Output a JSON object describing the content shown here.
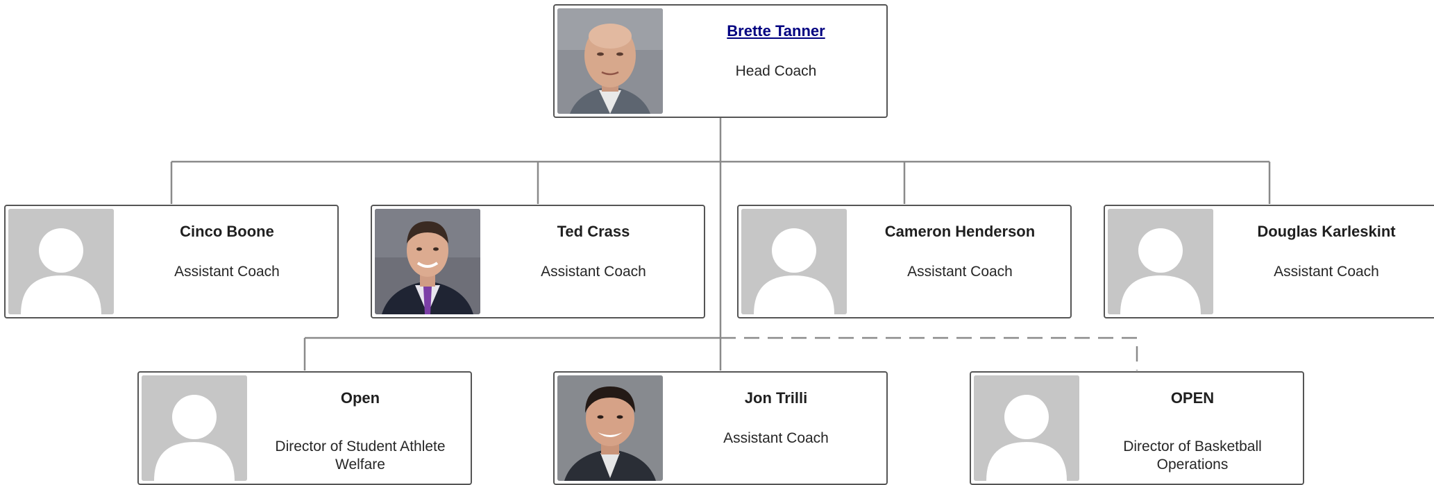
{
  "chart": {
    "root": {
      "name": "Brette Tanner",
      "role": "Head Coach",
      "photo": "photo-head-coach"
    },
    "assistants": [
      {
        "name": "Cinco Boone",
        "role": "Assistant Coach",
        "photo": "default-avatar-icon"
      },
      {
        "name": "Ted Crass",
        "role": "Assistant Coach",
        "photo": "photo-ted-crass"
      },
      {
        "name": "Cameron Henderson",
        "role": "Assistant Coach",
        "photo": "default-avatar-icon"
      },
      {
        "name": "Douglas Karleskint",
        "role": "Assistant Coach",
        "photo": "default-avatar-icon"
      }
    ],
    "staff": [
      {
        "name": "Open",
        "role": "Director of Student Athlete Welfare",
        "photo": "default-avatar-icon"
      },
      {
        "name": "Jon Trilli",
        "role": "Assistant Coach",
        "photo": "photo-jon-trilli"
      },
      {
        "name": "OPEN",
        "role": "Director of Basketball Operations",
        "photo": "default-avatar-icon",
        "dashed_connector": true
      }
    ]
  },
  "colors": {
    "border": "#555555",
    "connector": "#8a8a8a",
    "link": "#000080",
    "avatar_bg": "#c6c6c6",
    "avatar_fg": "#ffffff"
  }
}
